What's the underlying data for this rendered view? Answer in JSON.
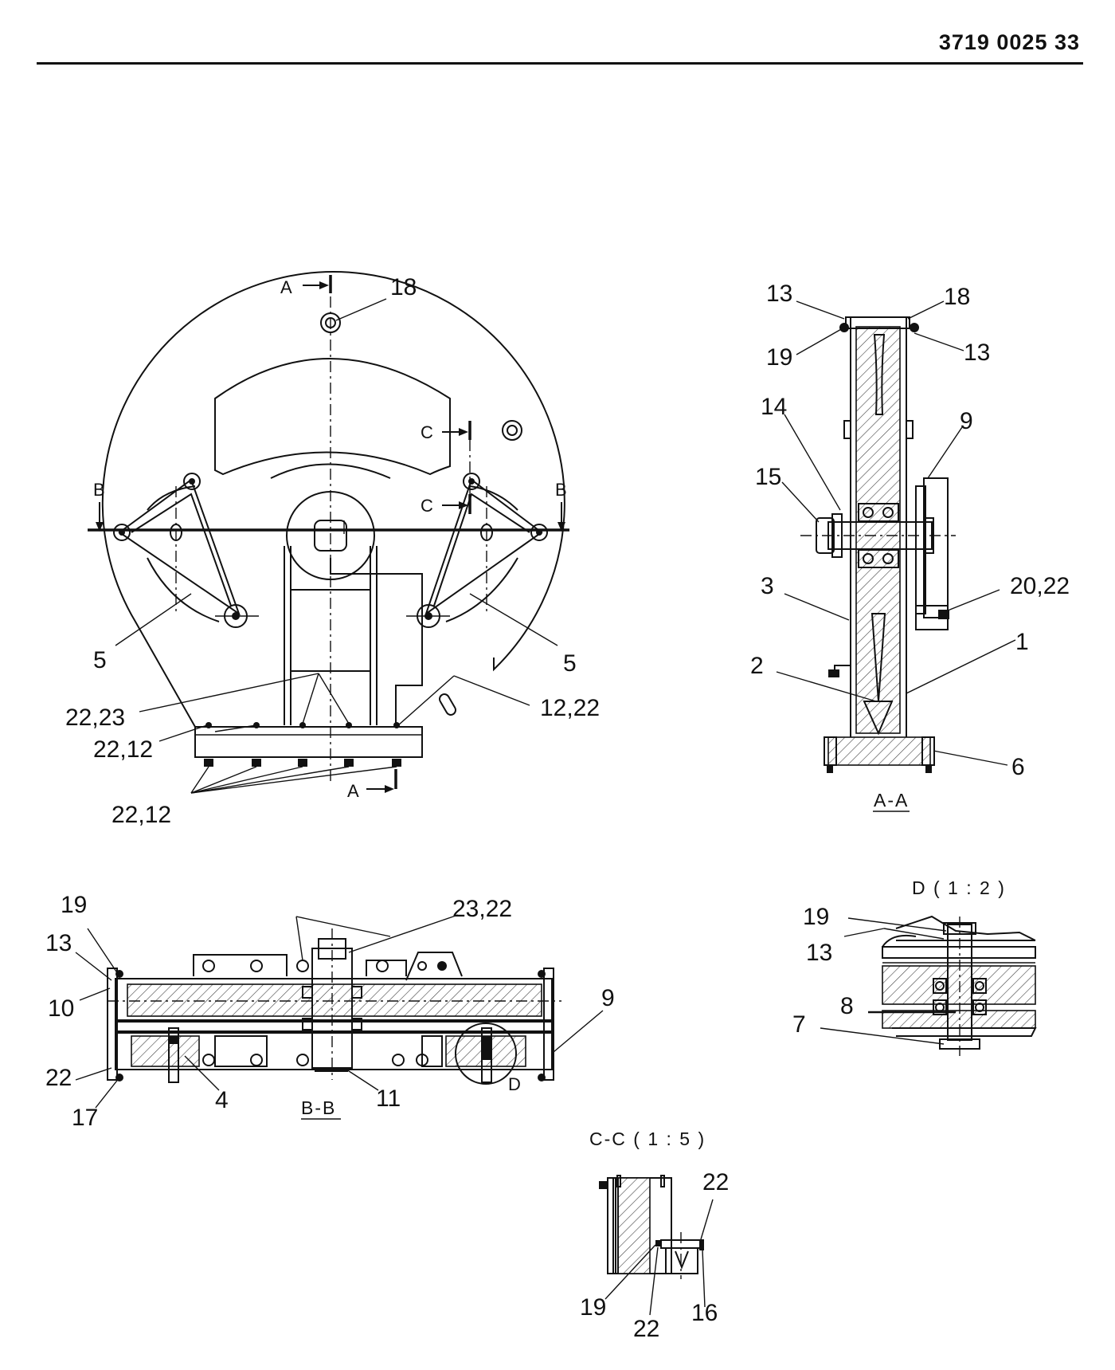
{
  "header": {
    "document_number": "3719 0025 33"
  },
  "views": {
    "main": {
      "section_letters": [
        "A",
        "A",
        "B",
        "B",
        "C",
        "C"
      ],
      "callouts": [
        "18",
        "5",
        "5",
        "22,23",
        "22,12",
        "12,22",
        "22,12"
      ]
    },
    "section_aa": {
      "title": "A-A",
      "callouts": [
        "13",
        "18",
        "19",
        "13",
        "14",
        "9",
        "15",
        "3",
        "20,22",
        "1",
        "2",
        "6"
      ]
    },
    "section_bb": {
      "title": "B-B",
      "detail_letter": "D",
      "callouts": [
        "19",
        "23,22",
        "13",
        "10",
        "9",
        "22",
        "4",
        "11",
        "17"
      ]
    },
    "detail_d": {
      "title": "D ( 1 : 2 )",
      "callouts": [
        "19",
        "13",
        "8",
        "7"
      ]
    },
    "section_cc": {
      "title": "C-C ( 1 : 5 )",
      "callouts": [
        "22",
        "19",
        "22",
        "16"
      ]
    }
  }
}
